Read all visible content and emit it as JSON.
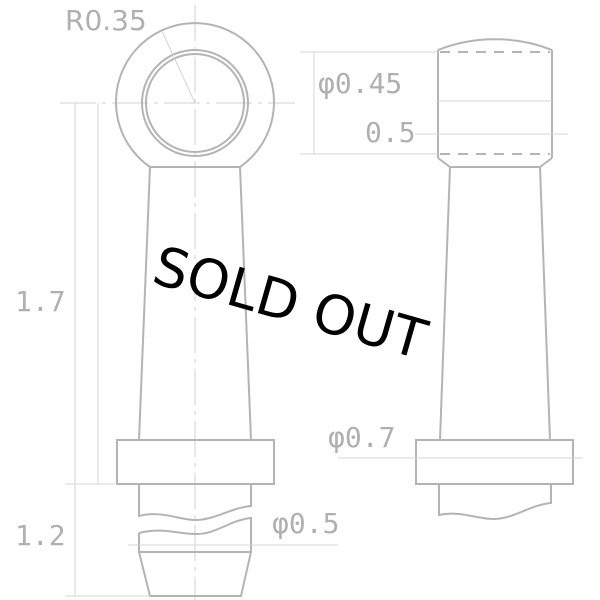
{
  "drawing": {
    "type": "technical-drawing",
    "line_color": "#b4b4b4",
    "dimensions": {
      "radius": "R0.35",
      "ring_diameter": "φ0.45",
      "ring_width": "0.5",
      "shaft_length": "1.7",
      "pin_length": "1.2",
      "pin_diameter": "φ0.5",
      "collar_diameter": "φ0.7"
    }
  },
  "overlay": {
    "text": "SOLD OUT",
    "color": "#000000"
  }
}
